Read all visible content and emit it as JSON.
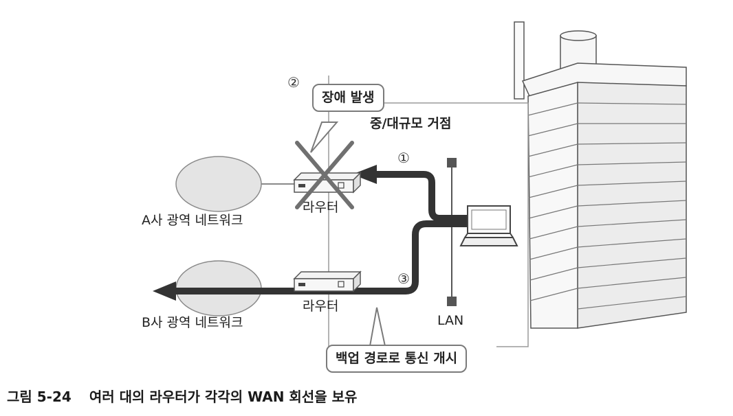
{
  "callouts": {
    "failure": "장애 발생",
    "site": "중/대규모 거점",
    "backup": "백업 경로로 통신 개시"
  },
  "steps": {
    "one": "①",
    "two": "②",
    "three": "③"
  },
  "labels": {
    "router_a": "라우터",
    "router_b": "라우터",
    "network_a": "A사 광역 네트워크",
    "network_b": "B사 광역 네트워크",
    "lan": "LAN"
  },
  "caption": {
    "figure_number": "그림 5-24",
    "text": "여러 대의 라우터가 각각의 WAN 회선을 보유"
  },
  "colors": {
    "path": "#333333",
    "cloud": "#e4e4e4",
    "building": "#f3f3f3",
    "cross": "#707070"
  }
}
